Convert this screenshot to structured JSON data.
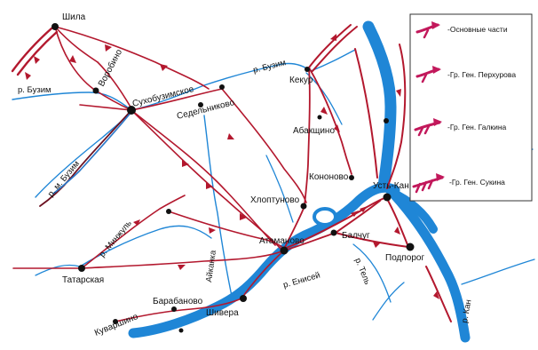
{
  "places": {
    "shila": "Шила",
    "vorobino": "Воробино",
    "sukhobuzimskoe": "Сухобузимское",
    "sedelnikovo": "Седельниково",
    "kekur": "Кекур",
    "abakshino": "Абакщино",
    "kononovo": "Кононово",
    "khloptunovo": "Хлоптуново",
    "ust_kan": "Усть-Кан",
    "atamanovo": "Атаманово",
    "balchug": "Балчуг",
    "podporog": "Подпорог",
    "tatarskaya": "Татарская",
    "kuvarshino": "Куваршино",
    "barabanovo": "Барабаново",
    "shivera": "Шивера"
  },
  "rivers": {
    "buzim_west": "р. Бузим",
    "buzim_north": "р. Бузим",
    "m_buzim": "р. м. Бузим",
    "minzhul": "р. Минжуль",
    "aikanka": "Айканка",
    "enisey": "р. Енисей",
    "tel": "р. Тель",
    "kan": "р. Кан"
  },
  "legend": {
    "items": [
      {
        "label": "-Основные части",
        "arrow": "main"
      },
      {
        "label": "-Гр. Ген. Перхурова",
        "arrow": "perkhurov"
      },
      {
        "label": "-Гр. Ген. Галкина",
        "arrow": "galkin"
      },
      {
        "label": "-Гр. Ген. Сукина",
        "arrow": "sukin"
      }
    ]
  },
  "colors": {
    "route": "#b3182e",
    "river": "#1f86d6",
    "settlement": "#111111"
  }
}
